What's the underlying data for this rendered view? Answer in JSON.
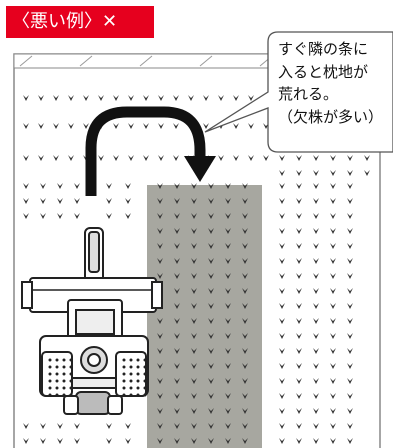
{
  "header_label": "〈悪い例〉✕",
  "callout_lines": [
    "すぐ隣の条に",
    "入ると枕地が",
    "荒れる。",
    "（欠株が多い）"
  ],
  "colors": {
    "badge": "#e6001e",
    "plants": "#333333",
    "trodden_strip": "#a7a7a0",
    "arrow": "#111111",
    "field_border": "#888888"
  },
  "icons": [
    "rice-planter-icon",
    "turn-arrow-icon",
    "rice-seedling-icon"
  ]
}
